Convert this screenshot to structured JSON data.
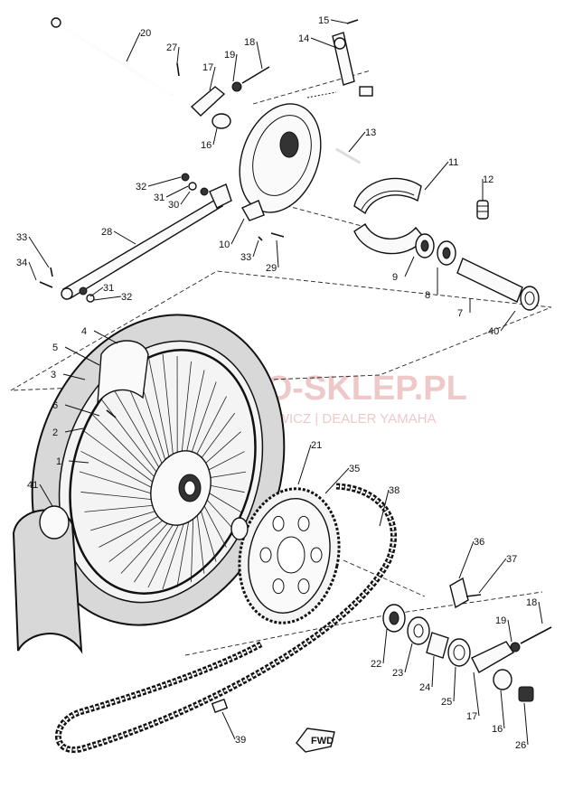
{
  "watermark": {
    "brand": "MOTO-SKLEP.PL",
    "subtitle": "WOJCIECH ... WICZ | DEALER YAMAHA"
  },
  "callouts": [
    {
      "id": "c1",
      "label": "1"
    },
    {
      "id": "c2",
      "label": "2"
    },
    {
      "id": "c3",
      "label": "3"
    },
    {
      "id": "c4",
      "label": "4"
    },
    {
      "id": "c5",
      "label": "5"
    },
    {
      "id": "c6",
      "label": "6"
    },
    {
      "id": "c7",
      "label": "7"
    },
    {
      "id": "c8",
      "label": "8"
    },
    {
      "id": "c9",
      "label": "9"
    },
    {
      "id": "c10",
      "label": "10"
    },
    {
      "id": "c11",
      "label": "11"
    },
    {
      "id": "c12",
      "label": "12"
    },
    {
      "id": "c13",
      "label": "13"
    },
    {
      "id": "c14",
      "label": "14"
    },
    {
      "id": "c15",
      "label": "15"
    },
    {
      "id": "c16a",
      "label": "16"
    },
    {
      "id": "c16b",
      "label": "16"
    },
    {
      "id": "c17a",
      "label": "17"
    },
    {
      "id": "c17b",
      "label": "17"
    },
    {
      "id": "c18a",
      "label": "18"
    },
    {
      "id": "c18b",
      "label": "18"
    },
    {
      "id": "c19a",
      "label": "19"
    },
    {
      "id": "c19b",
      "label": "19"
    },
    {
      "id": "c20",
      "label": "20"
    },
    {
      "id": "c21",
      "label": "21"
    },
    {
      "id": "c22",
      "label": "22"
    },
    {
      "id": "c23",
      "label": "23"
    },
    {
      "id": "c24",
      "label": "24"
    },
    {
      "id": "c25",
      "label": "25"
    },
    {
      "id": "c26",
      "label": "26"
    },
    {
      "id": "c27",
      "label": "27"
    },
    {
      "id": "c28",
      "label": "28"
    },
    {
      "id": "c29",
      "label": "29"
    },
    {
      "id": "c30",
      "label": "30"
    },
    {
      "id": "c31a",
      "label": "31"
    },
    {
      "id": "c31b",
      "label": "31"
    },
    {
      "id": "c32a",
      "label": "32"
    },
    {
      "id": "c32b",
      "label": "32"
    },
    {
      "id": "c33a",
      "label": "33"
    },
    {
      "id": "c33b",
      "label": "33"
    },
    {
      "id": "c34",
      "label": "34"
    },
    {
      "id": "c35",
      "label": "35"
    },
    {
      "id": "c36",
      "label": "36"
    },
    {
      "id": "c37",
      "label": "37"
    },
    {
      "id": "c38",
      "label": "38"
    },
    {
      "id": "c39",
      "label": "39"
    },
    {
      "id": "c40",
      "label": "40"
    },
    {
      "id": "c41",
      "label": "41"
    }
  ],
  "fwd_arrow": {
    "label": "FWD"
  }
}
